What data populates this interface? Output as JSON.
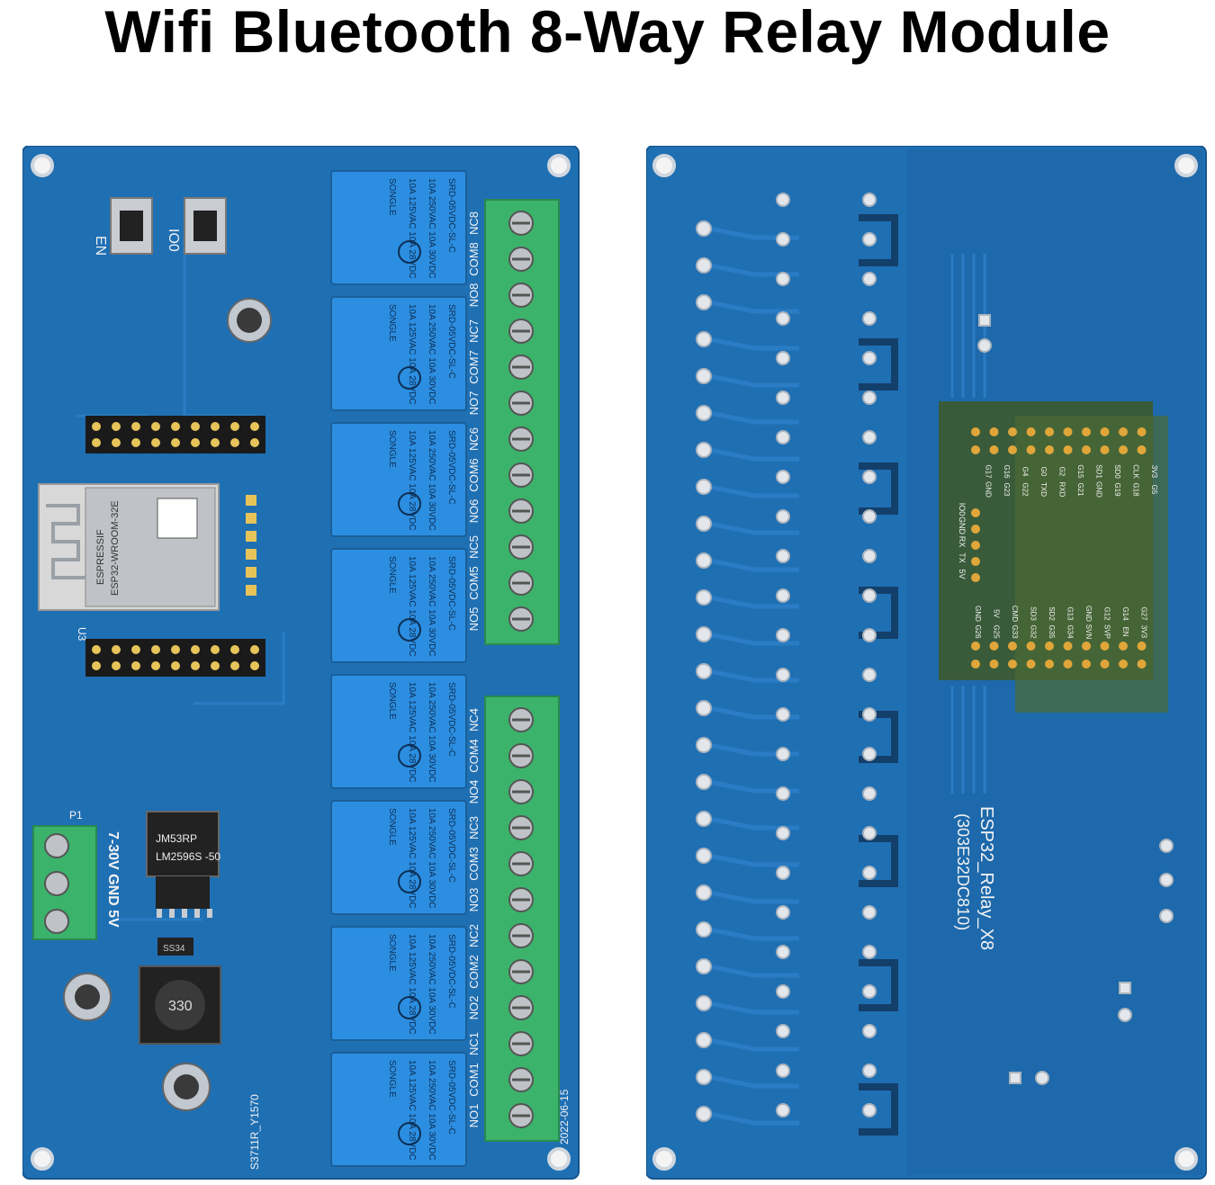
{
  "title": "Wifi Bluetooth 8-Way Relay Module",
  "colors": {
    "pcb": "#1f6fb3",
    "pcb_dark": "#16558f",
    "relay": "#2c8ee0",
    "terminal": "#3bb36b",
    "pad": "#d9dee6",
    "silkscreen": "#f2f2f2"
  },
  "front": {
    "buttons": [
      "EN",
      "IO0"
    ],
    "module_labels": [
      "ESPRESSIF",
      "ESP32-WROOM-32E"
    ],
    "relay_label_lines": [
      "SRD-05VDC-SL-C",
      "10A 250VAC 10A 30VDC",
      "10A 125VAC 10A 28VDC",
      "SONGLE"
    ],
    "relay_count": 8,
    "terminal_labels_top": [
      "NC8",
      "COM8",
      "NO8",
      "NC7",
      "COM7",
      "NO7",
      "NC6",
      "COM6",
      "NO6",
      "NC5",
      "COM5",
      "NO5"
    ],
    "terminal_labels_bottom": [
      "NC4",
      "COM4",
      "NO4",
      "NC3",
      "COM3",
      "NO3",
      "NC2",
      "COM2",
      "NO2",
      "NC1",
      "COM1",
      "NO1"
    ],
    "power_label": "7-30V GND 5V",
    "regulator_label": "LM2596S -50",
    "regulator_code": "JM53RP",
    "inductor_label": "330",
    "diode_label": "SS34",
    "connector_label": "P1",
    "date": "2022-06-15",
    "board_code": "S3711R_Y1570",
    "module_ref": "U3"
  },
  "back": {
    "board_name": "ESP32_Relay_X8",
    "board_code": "(303E32DC810)",
    "pin_row_top": [
      "3V3",
      "CLK",
      "SD0",
      "SD1",
      "G15",
      "G2",
      "G0",
      "G4",
      "G16",
      "G17",
      "G5",
      "G18",
      "G19",
      "GND",
      "G21",
      "RXD",
      "TXD",
      "G22",
      "G23",
      "GND"
    ],
    "pin_row_bottom": [
      "GND",
      "5V",
      "CMD",
      "SD3",
      "SD2",
      "G13",
      "GND",
      "G12",
      "G14",
      "G27",
      "G26",
      "G25",
      "G33",
      "G32",
      "G35",
      "G34",
      "SVN",
      "SVP",
      "EN",
      "3V3"
    ],
    "serial_pins": [
      "IO0",
      "GND",
      "RX",
      "TX",
      "5V"
    ]
  }
}
